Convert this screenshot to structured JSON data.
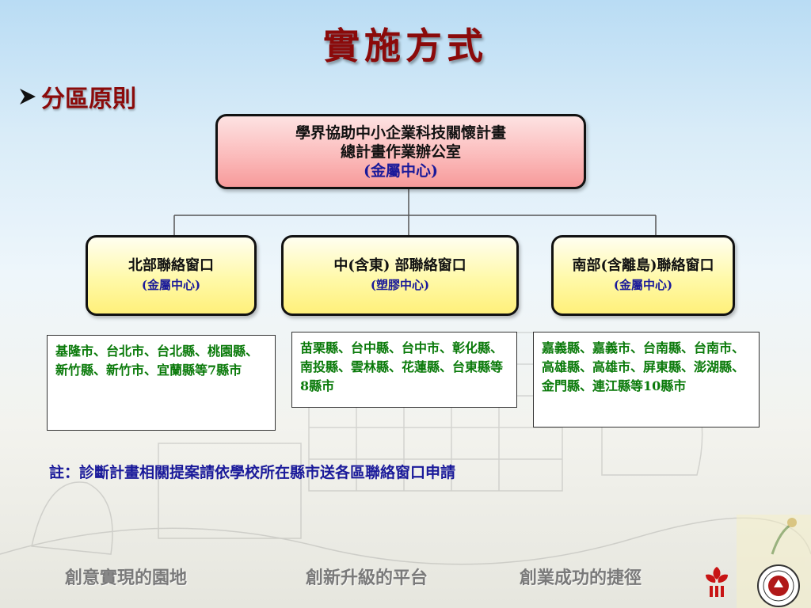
{
  "title": "實施方式",
  "subhead": "分區原則",
  "top_box": {
    "line1": "學界協助中小企業科技關懷計畫",
    "line2": "總計畫作業辦公室",
    "center": "(金屬中心)"
  },
  "windows": [
    {
      "name": "北部聯絡窗口",
      "center": "(金屬中心)"
    },
    {
      "name": "中(含東) 部聯絡窗口",
      "center": "(塑膠中心)"
    },
    {
      "name": "南部(含離島)聯絡窗口",
      "center": "(金屬中心)"
    }
  ],
  "regions": [
    "基隆市、台北市、台北縣、桃園縣、新竹縣、新竹市、宜蘭縣等7縣市",
    "苗栗縣、台中縣、台中市、彰化縣、南投縣、雲林縣、花蓮縣、台東縣等8縣市",
    "嘉義縣、嘉義市、台南縣、台南市、高雄縣、高雄市、屏東縣、澎湖縣、金門縣、連江縣等10縣市"
  ],
  "note": "註：診斷計畫相關提案請依學校所在縣市送各區聯絡窗口申請",
  "footer": [
    "創意實現的園地",
    "創新升級的平台",
    "創業成功的捷徑"
  ],
  "colors": {
    "title": "#8b0a0a",
    "region_text": "#0a7a0a",
    "note": "#1a1a9a"
  }
}
